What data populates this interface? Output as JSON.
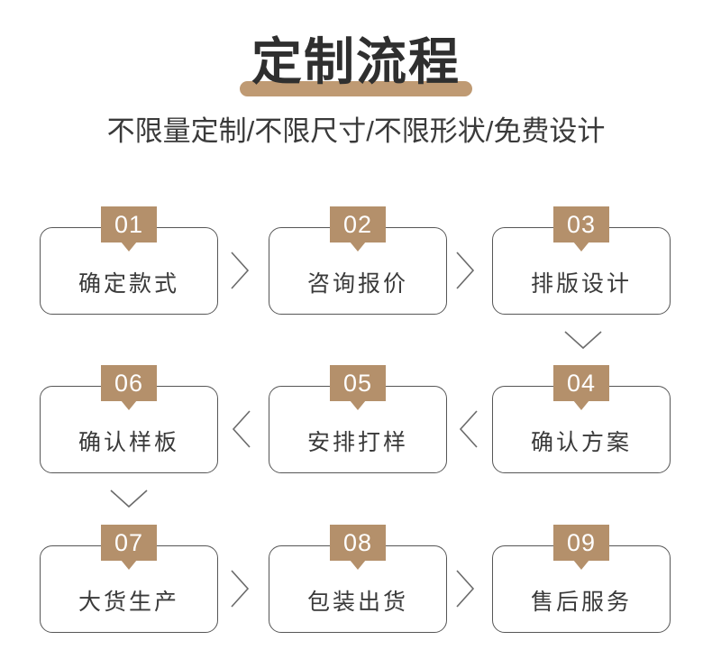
{
  "header": {
    "title": "定制流程",
    "subtitle": "不限量定制/不限尺寸/不限形状/免费设计"
  },
  "colors": {
    "badge_tan": "#b4906b",
    "underline_tan": "#bf9a73",
    "card_border": "#565656",
    "text_dark": "#3a3a3a",
    "title_dark": "#2f2f2f",
    "background": "#ffffff",
    "chevron": "#6b6b6b"
  },
  "steps": [
    {
      "number": "01",
      "label": "确定款式"
    },
    {
      "number": "02",
      "label": "咨询报价"
    },
    {
      "number": "03",
      "label": "排版设计"
    },
    {
      "number": "04",
      "label": "确认方案"
    },
    {
      "number": "05",
      "label": "安排打样"
    },
    {
      "number": "06",
      "label": "确认样板"
    },
    {
      "number": "07",
      "label": "大货生产"
    },
    {
      "number": "08",
      "label": "包装出货"
    },
    {
      "number": "09",
      "label": "售后服务"
    }
  ],
  "connectors": [
    {
      "name": "chevron-right-icon",
      "direction": "right",
      "from": "01",
      "to": "02"
    },
    {
      "name": "chevron-right-icon",
      "direction": "right",
      "from": "02",
      "to": "03"
    },
    {
      "name": "chevron-down-icon",
      "direction": "down",
      "from": "03",
      "to": "04"
    },
    {
      "name": "chevron-left-icon",
      "direction": "left",
      "from": "04",
      "to": "05"
    },
    {
      "name": "chevron-left-icon",
      "direction": "left",
      "from": "05",
      "to": "06"
    },
    {
      "name": "chevron-down-icon",
      "direction": "down",
      "from": "06",
      "to": "07"
    },
    {
      "name": "chevron-right-icon",
      "direction": "right",
      "from": "07",
      "to": "08"
    },
    {
      "name": "chevron-right-icon",
      "direction": "right",
      "from": "08",
      "to": "09"
    }
  ]
}
